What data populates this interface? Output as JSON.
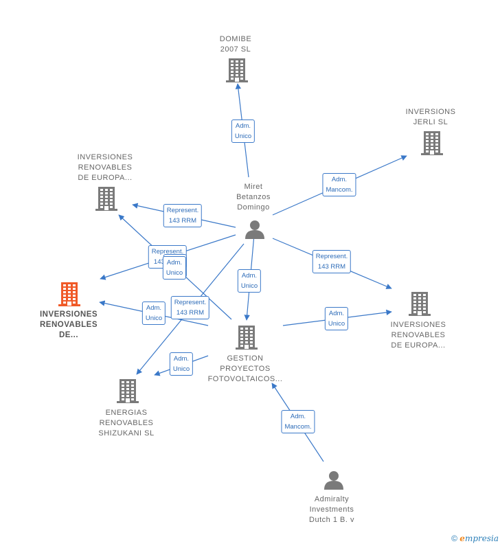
{
  "colors": {
    "edge": "#3a78c8",
    "company": "#7a7a7a",
    "focus_company": "#f05a28",
    "person": "#7a7a7a"
  },
  "nodes": [
    {
      "id": "domibe",
      "type": "company",
      "label": "DOMIBE\n2007 SL"
    },
    {
      "id": "jerli",
      "type": "company",
      "label": "INVERSIONS\nJERLI  SL"
    },
    {
      "id": "ire1",
      "type": "company",
      "label": "INVERSIONES\nRENOVABLES\nDE EUROPA..."
    },
    {
      "id": "miret",
      "type": "person",
      "label": "Miret\nBetanzos\nDomingo"
    },
    {
      "id": "focus",
      "type": "company",
      "focus": true,
      "label": "INVERSIONES\nRENOVABLES\nDE..."
    },
    {
      "id": "ire2",
      "type": "company",
      "label": "INVERSIONES\nRENOVABLES\nDE EUROPA..."
    },
    {
      "id": "gestion",
      "type": "company",
      "label": "GESTION\nPROYECTOS\nFOTOVOLTAICOS..."
    },
    {
      "id": "shizukani",
      "type": "company",
      "label": "ENERGIAS\nRENOVABLES\nSHIZUKANI  SL"
    },
    {
      "id": "admiralty",
      "type": "person",
      "label": "Admiralty\nInvestments\nDutch 1 B. v"
    }
  ],
  "edges": [
    {
      "from": "miret",
      "to": "domibe",
      "label": "Adm.\nUnico"
    },
    {
      "from": "miret",
      "to": "jerli",
      "label": "Adm.\nMancom."
    },
    {
      "from": "miret",
      "to": "ire1",
      "label": "Represent.\n143 RRM"
    },
    {
      "from": "miret",
      "to": "focus",
      "label": "Represent.\n143 RRM"
    },
    {
      "from": "miret",
      "to": "ire2",
      "label": "Represent.\n143 RRM"
    },
    {
      "from": "miret",
      "to": "gestion",
      "label": "Adm.\nUnico"
    },
    {
      "from": "miret",
      "to": "shizukani",
      "label": "Adm.\nUnico"
    },
    {
      "from": "gestion",
      "to": "ire1",
      "label": "Adm.\nUnico"
    },
    {
      "from": "gestion",
      "to": "focus",
      "label": "Adm.\nUnico"
    },
    {
      "from": "gestion",
      "to": "ire2",
      "label": "Adm.\nUnico"
    },
    {
      "from": "gestion",
      "to": "shizukani",
      "label": "Adm.\nUnico"
    },
    {
      "from": "gestion",
      "to": "focus",
      "label": "Represent.\n143 RRM"
    },
    {
      "from": "admiralty",
      "to": "gestion",
      "label": "Adm.\nMancom."
    }
  ],
  "footer": {
    "copyright": "©",
    "brand_initial": "e",
    "brand_rest": "mpresia"
  }
}
